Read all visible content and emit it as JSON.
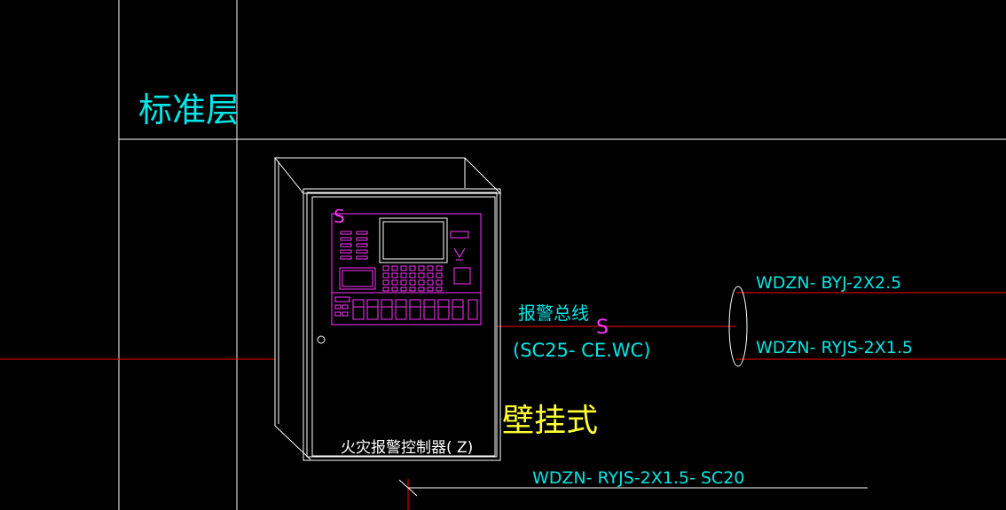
{
  "floor_label": "标准层",
  "controller": {
    "name": "火灾报警控制器( Z)",
    "signal_mark": "S",
    "mount_type": "壁挂式"
  },
  "alarm_bus": {
    "label": "报警总线",
    "signal_mark": "S",
    "conduit": "(SC25- CE.WC)"
  },
  "cables": {
    "upper": "WDZN- BYJ-2X2.5",
    "lower": "WDZN- RYJS-2X1.5",
    "bottom": "WDZN- RYJS-2X1.5- SC20"
  },
  "colors": {
    "background": "#000000",
    "grid_line": "#ffffff",
    "wire": "#ff0000",
    "cabinet": "#ff33ff",
    "text_cyan": "#00e6e6",
    "text_yellow": "#ffff33"
  }
}
